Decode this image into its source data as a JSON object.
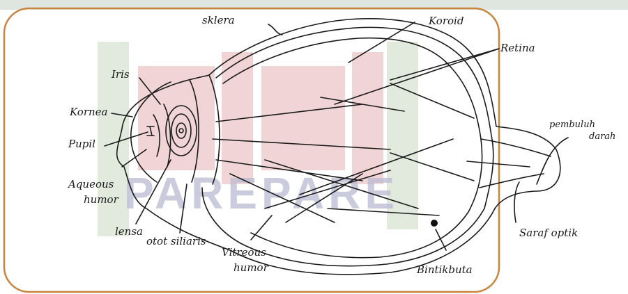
{
  "watermark": {
    "text": "PAREPARE",
    "color": "#b9bbd2",
    "logo_color": "#e7b3b5"
  },
  "frame_color": "#c9853e",
  "labels": {
    "sklera": "sklera",
    "koroid": "Koroid",
    "retina": "Retina",
    "iris": "Iris",
    "kornea": "Kornea",
    "pupil": "Pupil",
    "aqueous_1": "Aqueous",
    "aqueous_2": "humor",
    "lensa": "lensa",
    "otot_siliaris": "otot siliaris",
    "vitreous_1": "Vitreous",
    "vitreous_2": "humor",
    "bintik_buta": "Bintikbuta",
    "pembuluh_1": "pembuluh",
    "pembuluh_2": "darah",
    "saraf_optik": "Saraf optik"
  }
}
